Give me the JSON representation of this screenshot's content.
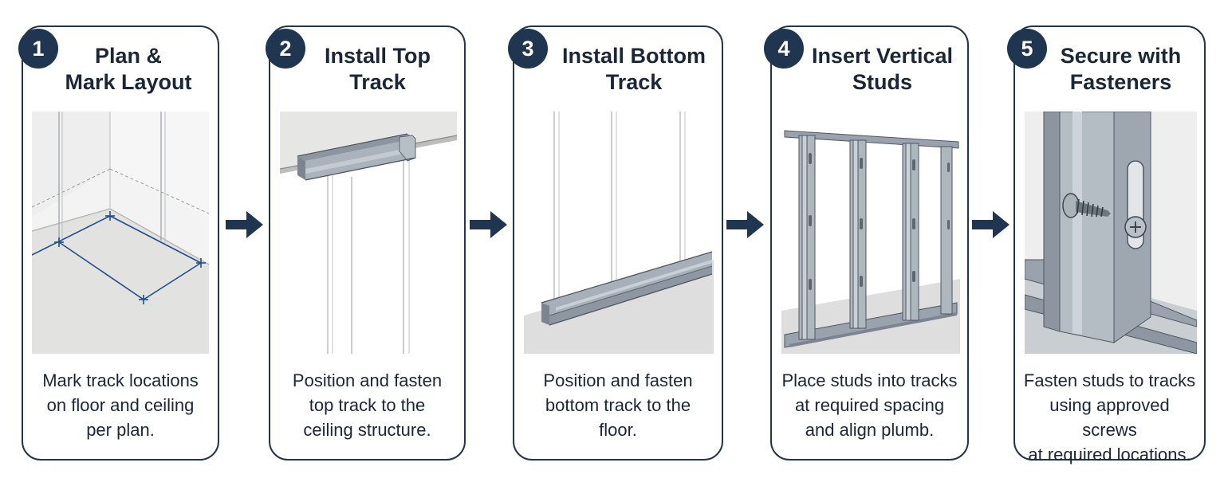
{
  "colors": {
    "border": "#233549",
    "badge": "#1f3550",
    "arrow": "#1f3550",
    "layout_line": "#1f4e8c",
    "steel": "#9aa3ad",
    "floor": "#e3e3e1"
  },
  "steps": [
    {
      "number": "1",
      "title": [
        "Plan &",
        "Mark Layout"
      ],
      "description": [
        "Mark track locations",
        "on floor and ceiling",
        "per plan."
      ],
      "illustration": "layout-marking-illustration"
    },
    {
      "number": "2",
      "title": [
        "Install Top",
        "Track"
      ],
      "description": [
        "Position and fasten",
        "top track to the",
        "ceiling structure."
      ],
      "illustration": "top-track-illustration"
    },
    {
      "number": "3",
      "title": [
        "Install Bottom",
        "Track"
      ],
      "description": [
        "Position and fasten",
        "bottom track to the",
        "floor."
      ],
      "illustration": "bottom-track-illustration"
    },
    {
      "number": "4",
      "title": [
        "Insert Vertical",
        "Studs"
      ],
      "description": [
        "Place studs into tracks",
        "at required spacing",
        "and align plumb."
      ],
      "illustration": "studs-illustration"
    },
    {
      "number": "5",
      "title": [
        "Secure with",
        "Fasteners"
      ],
      "description": [
        "Fasten studs to tracks",
        "using approved screws",
        "at required locations."
      ],
      "illustration": "fastener-illustration"
    }
  ],
  "connectors": [
    "arrow-right-icon",
    "arrow-right-icon",
    "arrow-right-icon",
    "arrow-right-icon"
  ]
}
